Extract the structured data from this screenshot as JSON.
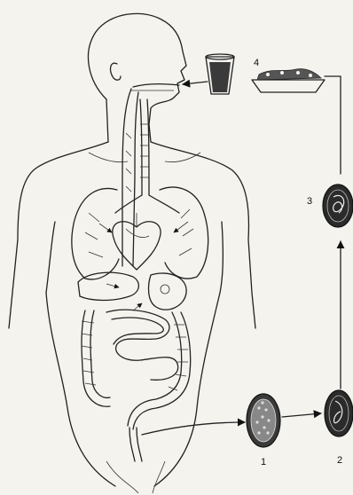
{
  "stages": [
    {
      "id": "egg-1",
      "label": "1",
      "icon": "unembryonated-egg-icon"
    },
    {
      "id": "egg-2",
      "label": "2",
      "icon": "embryonating-egg-icon"
    },
    {
      "id": "egg-3",
      "label": "3",
      "icon": "larvated-egg-icon"
    },
    {
      "id": "food-4",
      "label": "4",
      "icon": "contaminated-food-water-icon"
    }
  ],
  "colors": {
    "ink": "#222222",
    "paper": "#f4f3ee"
  }
}
